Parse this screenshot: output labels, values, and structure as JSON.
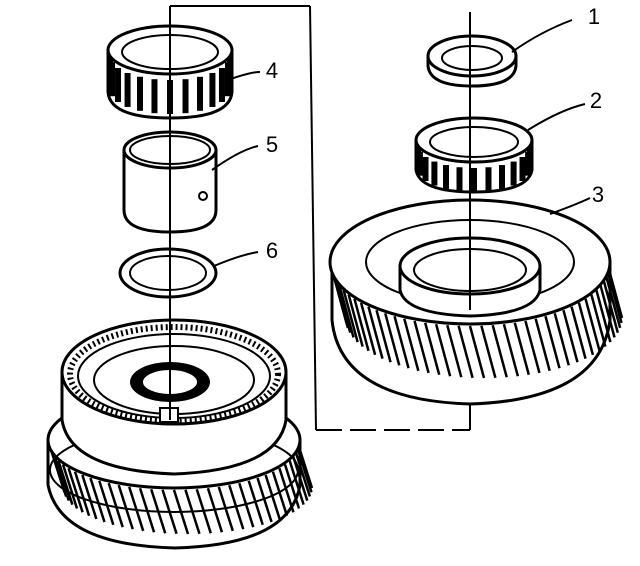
{
  "diagram": {
    "callouts": [
      {
        "id": "1",
        "label": "1"
      },
      {
        "id": "2",
        "label": "2"
      },
      {
        "id": "3",
        "label": "3"
      },
      {
        "id": "4",
        "label": "4"
      },
      {
        "id": "5",
        "label": "5"
      },
      {
        "id": "6",
        "label": "6"
      }
    ],
    "parts": [
      {
        "id": "thrust-washer",
        "callout": "1"
      },
      {
        "id": "needle-bearing-right",
        "callout": "2"
      },
      {
        "id": "helical-gear-right",
        "callout": "3"
      },
      {
        "id": "needle-bearing-left",
        "callout": "4"
      },
      {
        "id": "bearing-sleeve",
        "callout": "5"
      },
      {
        "id": "washer-left",
        "callout": "6"
      },
      {
        "id": "gear-with-synchronizer",
        "callout": ""
      }
    ],
    "colors": {
      "ink": "#000000",
      "paper": "#ffffff"
    }
  }
}
